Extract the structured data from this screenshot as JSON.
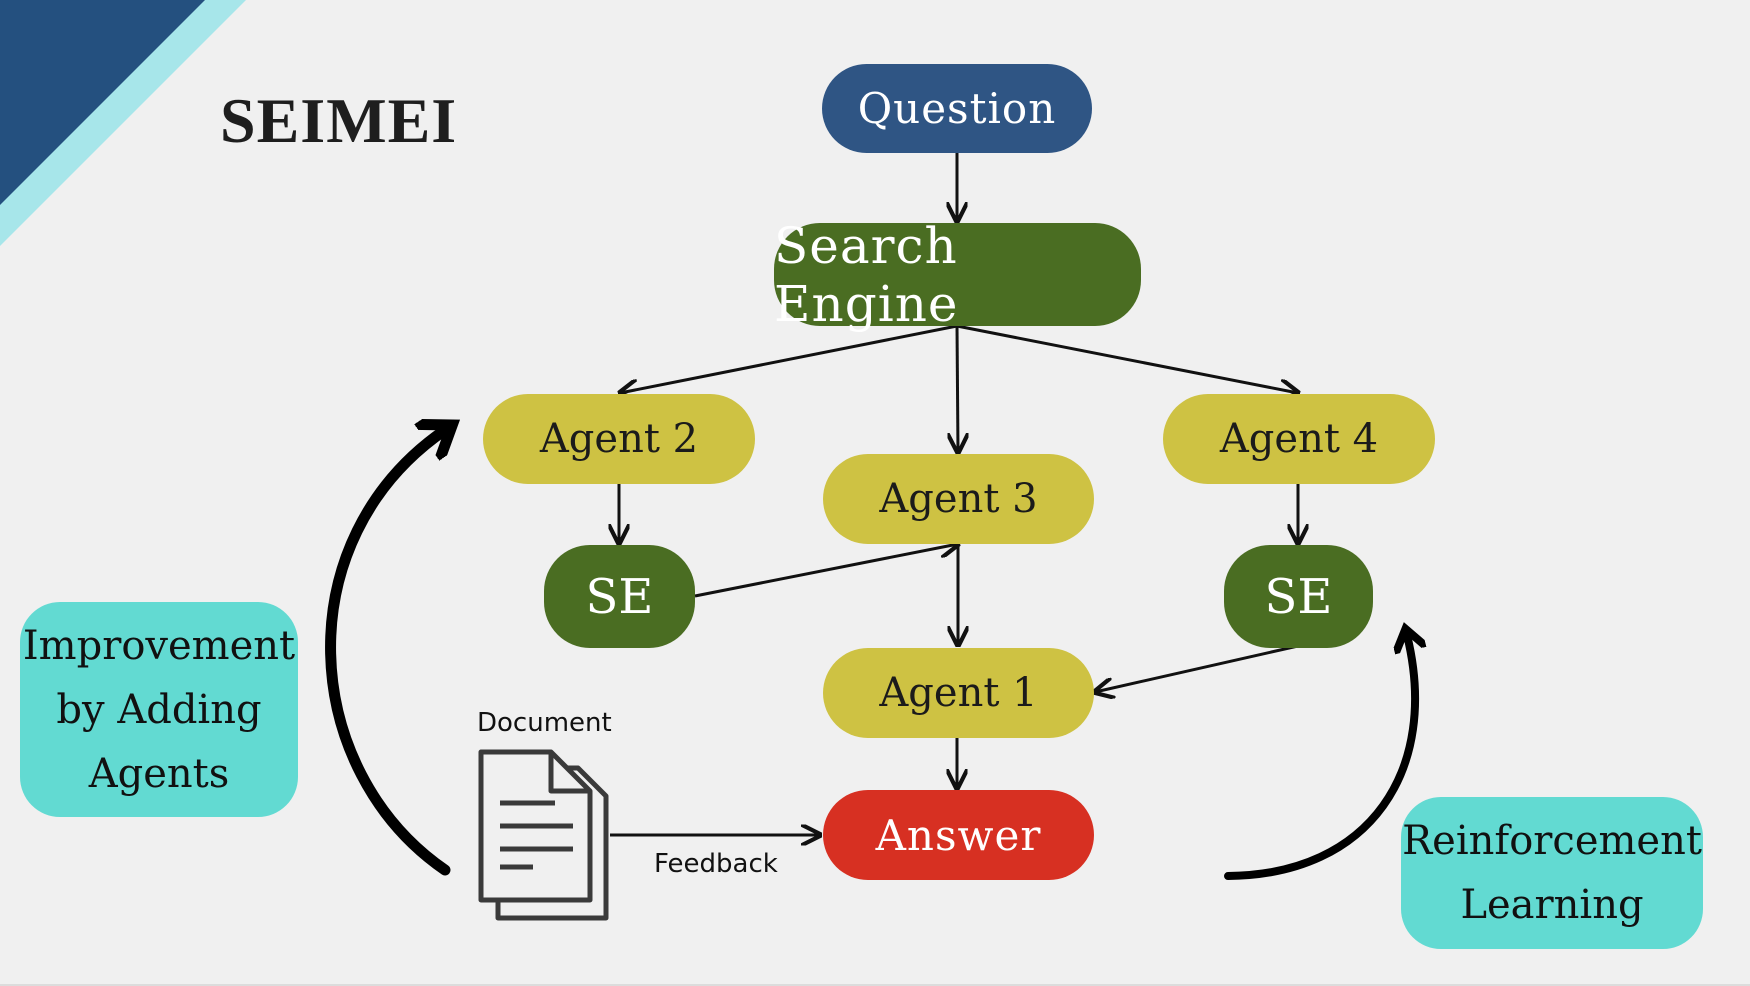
{
  "title": "SEIMEI",
  "nodes": {
    "question": "Question",
    "search_engine": "Search Engine",
    "agent2": "Agent 2",
    "agent3": "Agent 3",
    "agent4": "Agent 4",
    "se_left": "SE",
    "se_right": "SE",
    "agent1": "Agent 1",
    "answer": "Answer"
  },
  "side_boxes": {
    "improvement": [
      "Improvement",
      "by Adding",
      "Agents"
    ],
    "reinforcement": [
      "Reinforcement",
      "Learning"
    ]
  },
  "labels": {
    "document": "Document",
    "feedback": "Feedback"
  },
  "colors": {
    "question": "#2f5584",
    "search_engine": "#4a6d22",
    "agent": "#cec243",
    "answer": "#d73022",
    "side_box": "#62dad2"
  }
}
